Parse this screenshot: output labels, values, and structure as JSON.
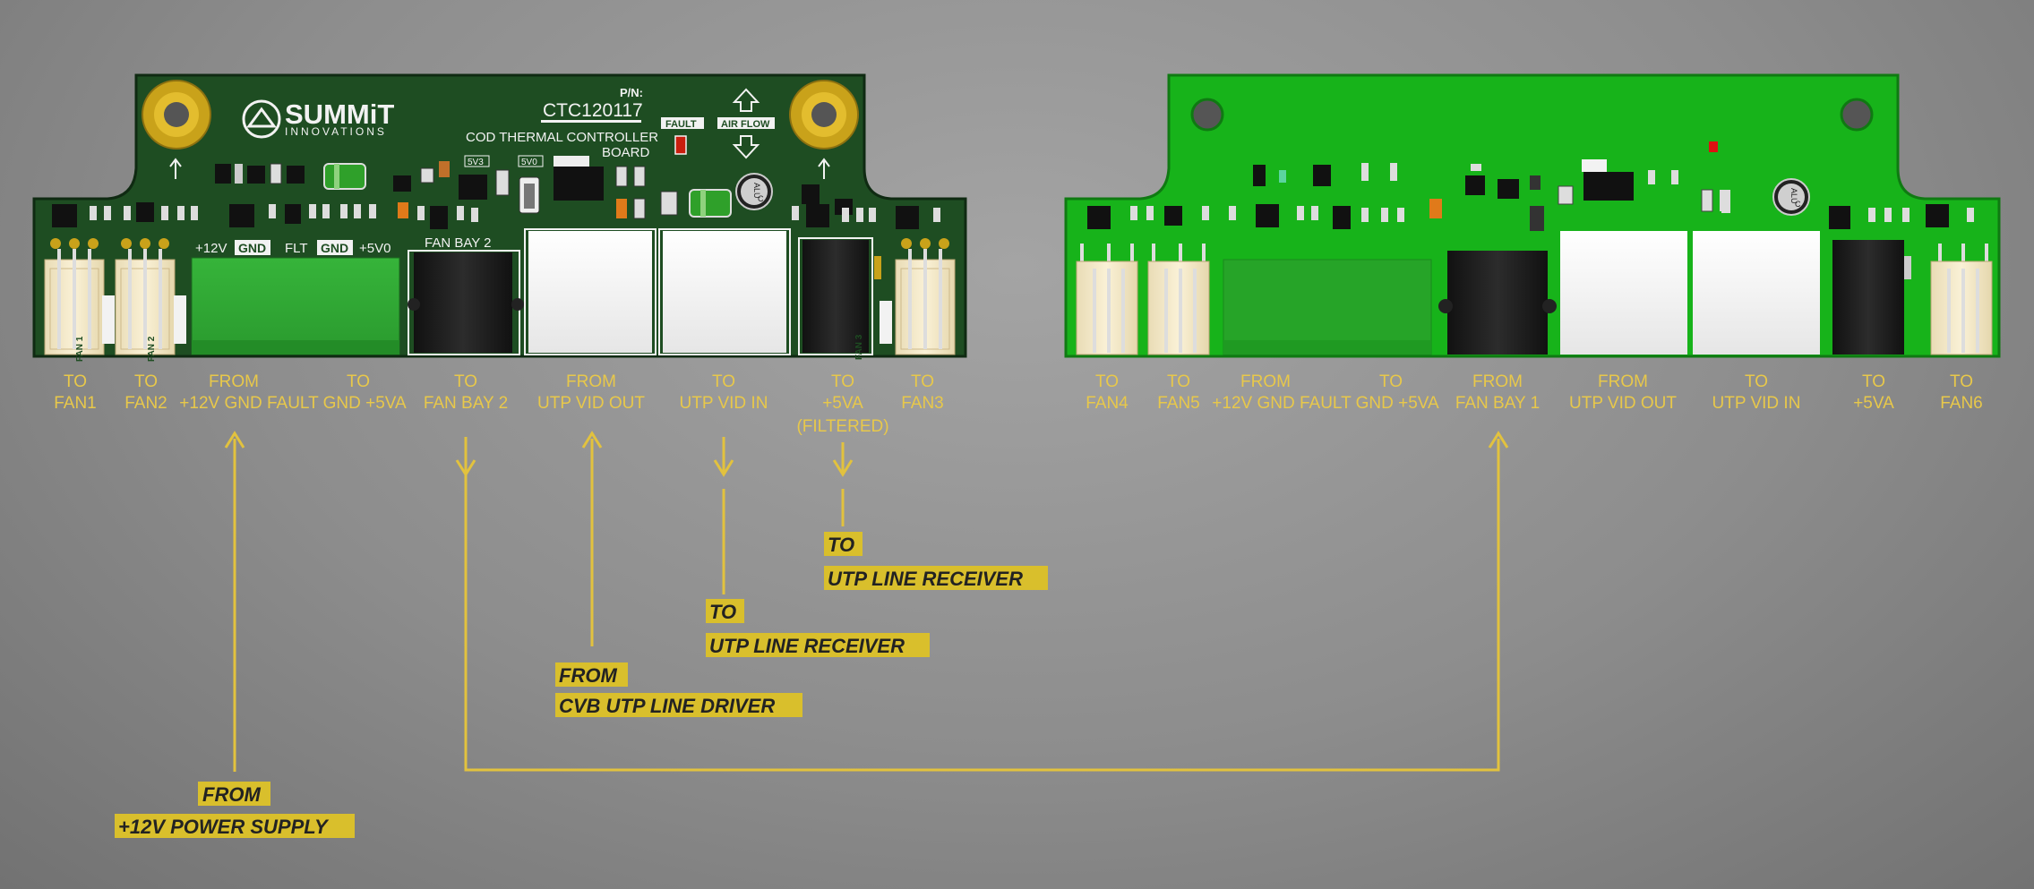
{
  "board1": {
    "brand": "SUMMiT",
    "brand_sub": "INNOVATIONS",
    "pn_label": "P/N:",
    "pn": "CTC120117",
    "title_line1": "COD THERMAL CONTROLLER",
    "title_line2": "BOARD",
    "fault": "FAULT",
    "airflow": "AIR FLOW",
    "sv3": "5V3",
    "sv0": "5V0",
    "cap": "ALU",
    "cap_c": "C",
    "fan_bay": "FAN BAY 2",
    "fan1_tag": "FAN 1",
    "fan2_tag": "FAN 2",
    "fan3_tag": "FAN 3",
    "term_p12": "+12V",
    "term_gnd1": "GND",
    "term_flt": "FLT",
    "term_gnd2": "GND",
    "term_p5": "+5V0"
  },
  "board2": {
    "cap": "ALU",
    "cap_c": "C"
  },
  "port_labels_left": [
    {
      "l1": "TO",
      "l2": "FAN1"
    },
    {
      "l1": "TO",
      "l2": "FAN2"
    },
    {
      "l1": "FROM",
      "l2": "+12V GND FAULT GND +5VA",
      "l1b": "TO"
    },
    {
      "l1": "TO",
      "l2": "FAN BAY 2"
    },
    {
      "l1": "FROM",
      "l2": "UTP VID OUT"
    },
    {
      "l1": "TO",
      "l2": "UTP VID IN"
    },
    {
      "l1": "TO",
      "l2": "+5VA",
      "l3": "(FILTERED)"
    },
    {
      "l1": "TO",
      "l2": "FAN3"
    }
  ],
  "port_labels_right": [
    {
      "l1": "TO",
      "l2": "FAN4"
    },
    {
      "l1": "TO",
      "l2": "FAN5"
    },
    {
      "l1": "FROM",
      "l2": "+12V GND FAULT GND +5VA",
      "l1b": "TO"
    },
    {
      "l1": "FROM",
      "l2": "FAN BAY 1"
    },
    {
      "l1": "FROM",
      "l2": "UTP VID OUT"
    },
    {
      "l1": "TO",
      "l2": "UTP VID IN"
    },
    {
      "l1": "TO",
      "l2": "+5VA"
    },
    {
      "l1": "TO",
      "l2": "FAN6"
    }
  ],
  "callouts": {
    "power_l1": "FROM",
    "power_l2": "+12V POWER SUPPLY",
    "driver_l1": "FROM",
    "driver_l2": "CVB UTP LINE DRIVER",
    "recv1_l1": "TO",
    "recv1_l2": "UTP LINE RECEIVER",
    "recv2_l1": "TO",
    "recv2_l2": "UTP LINE RECEIVER"
  },
  "colors": {
    "pcb_dark": "#1f4f24",
    "pcb_bright": "#17b31a",
    "accent_yellow": "#e2c23e",
    "callout_bg": "#d9bf2c"
  }
}
